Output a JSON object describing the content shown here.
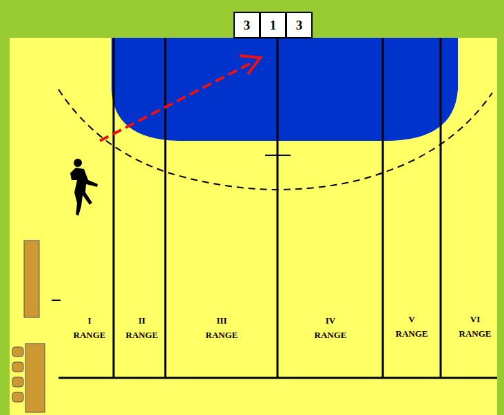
{
  "diagram": {
    "nodes": [
      {
        "text": [
          "3"
        ]
      },
      {
        "text": [
          "1"
        ]
      },
      {
        "text": [
          "3"
        ]
      }
    ],
    "labels": [
      "I RANGE",
      "II RANGE",
      "III RANGE",
      "IV RANGE",
      "V RANGE",
      "VI RANGE"
    ]
  }
}
